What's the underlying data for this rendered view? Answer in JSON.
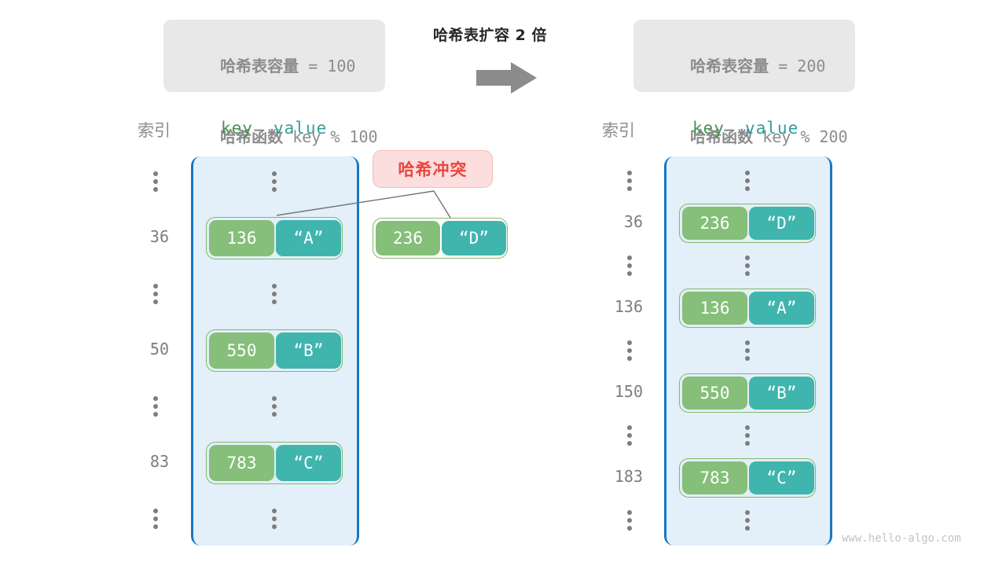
{
  "watermark": "www.hello-algo.com",
  "center": {
    "caption": "哈希表扩容 2 倍",
    "arrow_icon": "arrow-right-icon"
  },
  "colors": {
    "key_fill": "#85bf79",
    "value_fill": "#3fb5ad",
    "pair_border": "#82b96a",
    "table_fill": "#e3eff9",
    "table_border": "#1677c4",
    "callout_fill": "#fbdedd",
    "callout_text": "#e8473f",
    "info_box_fill": "#e8e8e8",
    "muted_text": "#8c8c8c",
    "key_header": "#4a9256",
    "value_header": "#2f9e9e"
  },
  "left": {
    "info": {
      "line1_label": "哈希表容量",
      "line1_value": " = 100",
      "line2_label": "哈希函数",
      "line2_value": " key % 100"
    },
    "headers": {
      "index": "索引",
      "key": "key",
      "value": "value"
    },
    "rows": [
      {
        "type": "dots",
        "index": "⋮"
      },
      {
        "type": "entry",
        "index": "36",
        "key": "136",
        "value": "“A”"
      },
      {
        "type": "dots",
        "index": "⋮"
      },
      {
        "type": "entry",
        "index": "50",
        "key": "550",
        "value": "“B”"
      },
      {
        "type": "dots",
        "index": "⋮"
      },
      {
        "type": "entry",
        "index": "83",
        "key": "783",
        "value": "“C”"
      },
      {
        "type": "dots",
        "index": "⋮"
      }
    ],
    "collision": {
      "label": "哈希冲突",
      "orphan_key": "236",
      "orphan_value": "“D”"
    }
  },
  "right": {
    "info": {
      "line1_label": "哈希表容量",
      "line1_value": " = 200",
      "line2_label": "哈希函数",
      "line2_value": " key % 200"
    },
    "headers": {
      "index": "索引",
      "key": "key",
      "value": "value"
    },
    "rows": [
      {
        "type": "dots",
        "index": "⋮"
      },
      {
        "type": "entry",
        "index": "36",
        "key": "236",
        "value": "“D”"
      },
      {
        "type": "dots",
        "index": "⋮"
      },
      {
        "type": "entry",
        "index": "136",
        "key": "136",
        "value": "“A”"
      },
      {
        "type": "dots",
        "index": "⋮"
      },
      {
        "type": "entry",
        "index": "150",
        "key": "550",
        "value": "“B”"
      },
      {
        "type": "dots",
        "index": "⋮"
      },
      {
        "type": "entry",
        "index": "183",
        "key": "783",
        "value": "“C”"
      },
      {
        "type": "dots",
        "index": "⋮"
      }
    ]
  }
}
